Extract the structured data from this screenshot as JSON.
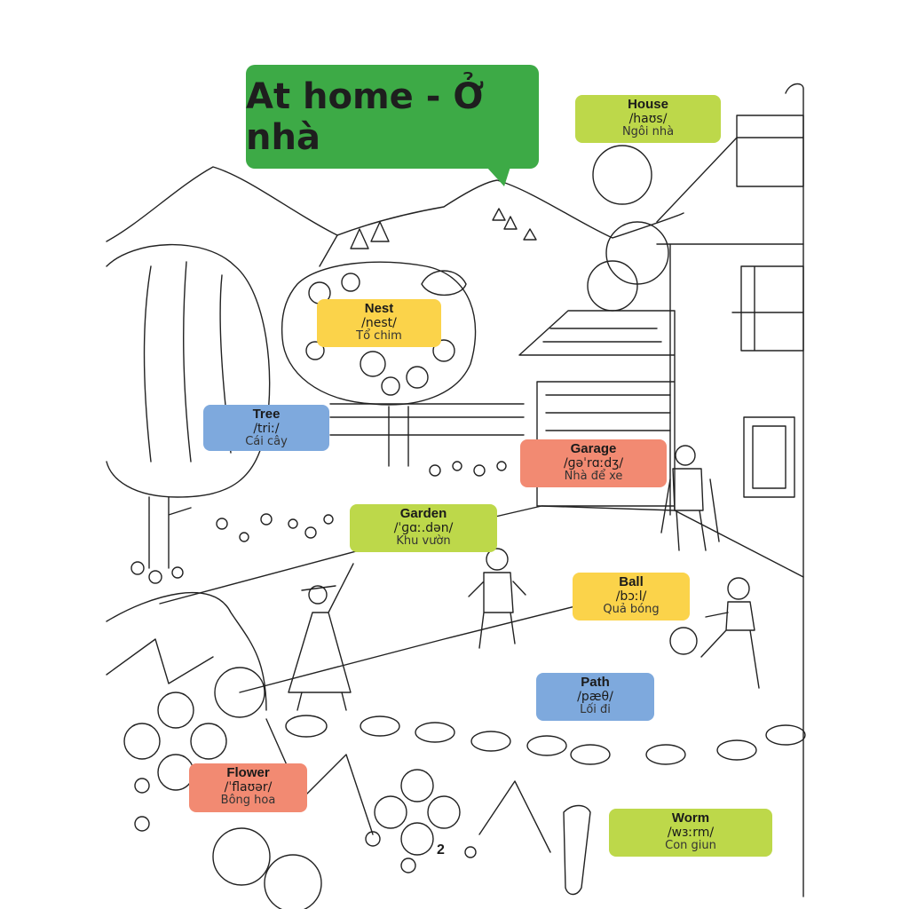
{
  "page": {
    "title": "At home - Ở nhà",
    "page_number": "2",
    "title_color": "#3daa46"
  },
  "labels": [
    {
      "word": "House",
      "ipa": "/haʊs/",
      "vi": "Ngôi nhà",
      "color": "#bdd84a"
    },
    {
      "word": "Nest",
      "ipa": "/nest/",
      "vi": "Tổ chim",
      "color": "#fbd34a"
    },
    {
      "word": "Tree",
      "ipa": "/triː/",
      "vi": "Cái cây",
      "color": "#7ea9dd"
    },
    {
      "word": "Garage",
      "ipa": "/ɡəˈrɑːdʒ/",
      "vi": "Nhà để xe",
      "color": "#f28a72"
    },
    {
      "word": "Garden",
      "ipa": "/ˈɡɑː.dən/",
      "vi": "Khu vườn",
      "color": "#bdd84a"
    },
    {
      "word": "Ball",
      "ipa": "/bɔːl/",
      "vi": "Quả bóng",
      "color": "#fbd34a"
    },
    {
      "word": "Path",
      "ipa": "/pæθ/",
      "vi": "Lối đi",
      "color": "#7ea9dd"
    },
    {
      "word": "Flower",
      "ipa": "/ˈflaʊər/",
      "vi": "Bông hoa",
      "color": "#f28a72"
    },
    {
      "word": "Worm",
      "ipa": "/wɜːrm/",
      "vi": "Con giun",
      "color": "#bdd84a"
    }
  ]
}
